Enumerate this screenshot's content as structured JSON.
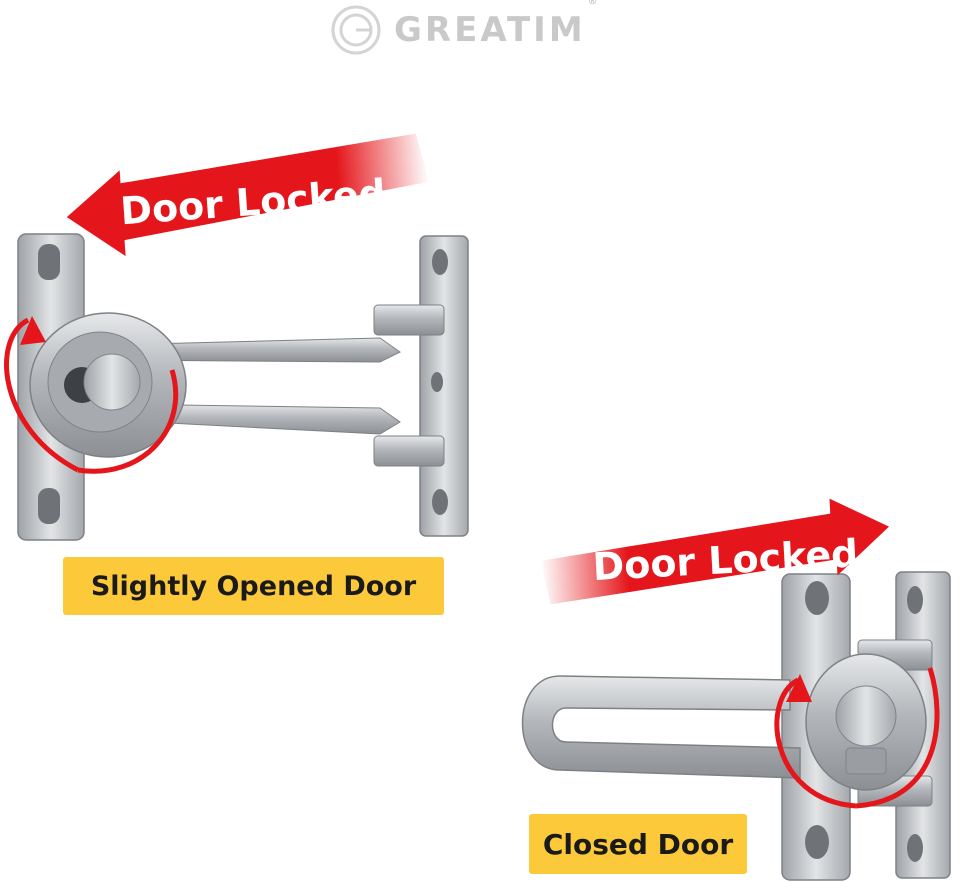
{
  "brand": {
    "name": "GREATIM",
    "registered": "®",
    "logo_icon": "circled-g-logo-icon",
    "color": "#c9c9c9"
  },
  "panels": [
    {
      "arrow_label": "Door Locked",
      "arrow_direction": "left",
      "caption": "Slightly Opened  Door"
    },
    {
      "arrow_label": "Door Locked",
      "arrow_direction": "right",
      "caption": "Closed Door"
    }
  ],
  "colors": {
    "arrow_red": "#e4161b",
    "caption_yellow": "#fcc93a",
    "metal": "#b9bcc0"
  }
}
